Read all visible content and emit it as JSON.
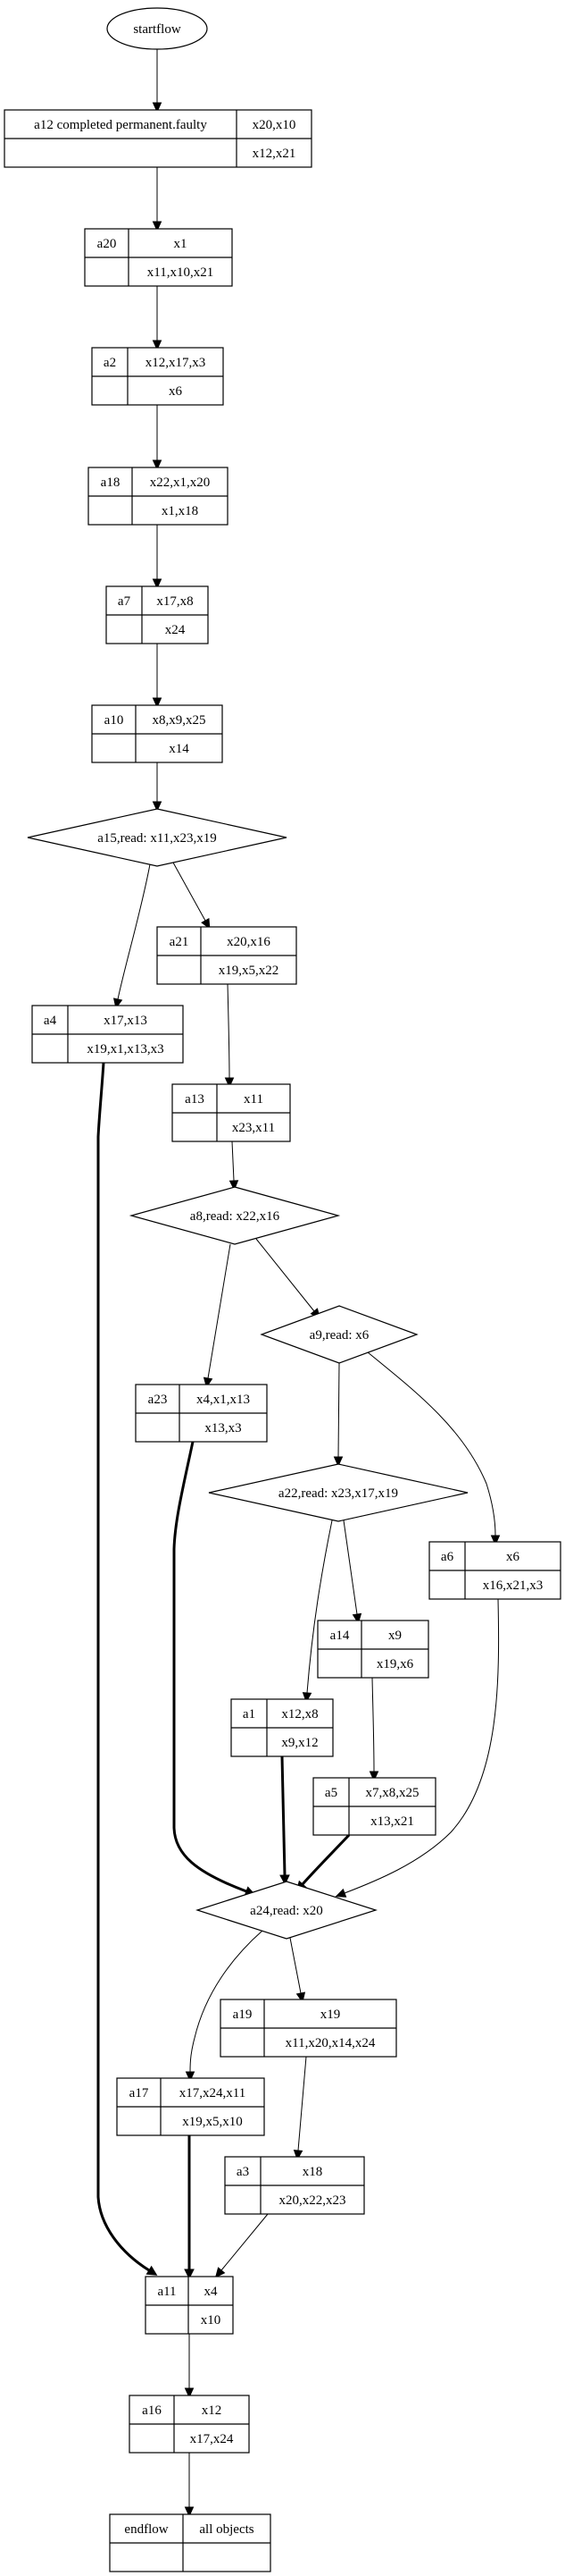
{
  "diagram": {
    "start": {
      "id": "startflow",
      "label": "startflow"
    },
    "tasks": [
      {
        "id": "a12",
        "name": "a12 completed permanent.faulty",
        "top": "x20,x10",
        "bottom": "x12,x21"
      },
      {
        "id": "a20",
        "name": "a20",
        "top": "x1",
        "bottom": "x11,x10,x21"
      },
      {
        "id": "a2",
        "name": "a2",
        "top": "x12,x17,x3",
        "bottom": "x6"
      },
      {
        "id": "a18",
        "name": "a18",
        "top": "x22,x1,x20",
        "bottom": "x1,x18"
      },
      {
        "id": "a7",
        "name": "a7",
        "top": "x17,x8",
        "bottom": "x24"
      },
      {
        "id": "a10",
        "name": "a10",
        "top": "x8,x9,x25",
        "bottom": "x14"
      },
      {
        "id": "a21",
        "name": "a21",
        "top": "x20,x16",
        "bottom": "x19,x5,x22"
      },
      {
        "id": "a4",
        "name": "a4",
        "top": "x17,x13",
        "bottom": "x19,x1,x13,x3"
      },
      {
        "id": "a13",
        "name": "a13",
        "top": "x11",
        "bottom": "x23,x11"
      },
      {
        "id": "a23",
        "name": "a23",
        "top": "x4,x1,x13",
        "bottom": "x13,x3"
      },
      {
        "id": "a6",
        "name": "a6",
        "top": "x6",
        "bottom": "x16,x21,x3"
      },
      {
        "id": "a14",
        "name": "a14",
        "top": "x9",
        "bottom": "x19,x6"
      },
      {
        "id": "a1",
        "name": "a1",
        "top": "x12,x8",
        "bottom": "x9,x12"
      },
      {
        "id": "a5",
        "name": "a5",
        "top": "x7,x8,x25",
        "bottom": "x13,x21"
      },
      {
        "id": "a19",
        "name": "a19",
        "top": "x19",
        "bottom": "x11,x20,x14,x24"
      },
      {
        "id": "a17",
        "name": "a17",
        "top": "x17,x24,x11",
        "bottom": "x19,x5,x10"
      },
      {
        "id": "a3",
        "name": "a3",
        "top": "x18",
        "bottom": "x20,x22,x23"
      },
      {
        "id": "a11",
        "name": "a11",
        "top": "x4",
        "bottom": "x10"
      },
      {
        "id": "a16",
        "name": "a16",
        "top": "x12",
        "bottom": "x17,x24"
      },
      {
        "id": "endflow",
        "name": "endflow",
        "top": "all objects",
        "bottom": ""
      }
    ],
    "decisions": [
      {
        "id": "a15",
        "label": "a15,read: x11,x23,x19"
      },
      {
        "id": "a8",
        "label": "a8,read: x22,x16"
      },
      {
        "id": "a9",
        "label": "a9,read: x6"
      },
      {
        "id": "a22",
        "label": "a22,read: x23,x17,x19"
      },
      {
        "id": "a24",
        "label": "a24,read: x20"
      }
    ],
    "edges": [
      {
        "from": "startflow",
        "to": "a12",
        "bold": false
      },
      {
        "from": "a12",
        "to": "a20",
        "bold": false
      },
      {
        "from": "a20",
        "to": "a2",
        "bold": false
      },
      {
        "from": "a2",
        "to": "a18",
        "bold": false
      },
      {
        "from": "a18",
        "to": "a7",
        "bold": false
      },
      {
        "from": "a7",
        "to": "a10",
        "bold": false
      },
      {
        "from": "a10",
        "to": "a15",
        "bold": false
      },
      {
        "from": "a15",
        "to": "a4",
        "bold": false
      },
      {
        "from": "a15",
        "to": "a21",
        "bold": false
      },
      {
        "from": "a21",
        "to": "a13",
        "bold": false
      },
      {
        "from": "a13",
        "to": "a8",
        "bold": false
      },
      {
        "from": "a8",
        "to": "a23",
        "bold": false
      },
      {
        "from": "a8",
        "to": "a9",
        "bold": false
      },
      {
        "from": "a9",
        "to": "a22",
        "bold": false
      },
      {
        "from": "a9",
        "to": "a6",
        "bold": false
      },
      {
        "from": "a22",
        "to": "a1",
        "bold": false
      },
      {
        "from": "a22",
        "to": "a14",
        "bold": false
      },
      {
        "from": "a14",
        "to": "a5",
        "bold": false
      },
      {
        "from": "a23",
        "to": "a24",
        "bold": true
      },
      {
        "from": "a1",
        "to": "a24",
        "bold": true
      },
      {
        "from": "a5",
        "to": "a24",
        "bold": true
      },
      {
        "from": "a6",
        "to": "a24",
        "bold": false
      },
      {
        "from": "a24",
        "to": "a17",
        "bold": false
      },
      {
        "from": "a24",
        "to": "a19",
        "bold": false
      },
      {
        "from": "a19",
        "to": "a3",
        "bold": false
      },
      {
        "from": "a4",
        "to": "a11",
        "bold": true
      },
      {
        "from": "a17",
        "to": "a11",
        "bold": true
      },
      {
        "from": "a3",
        "to": "a11",
        "bold": false
      },
      {
        "from": "a11",
        "to": "a16",
        "bold": false
      },
      {
        "from": "a16",
        "to": "endflow",
        "bold": false
      }
    ]
  }
}
